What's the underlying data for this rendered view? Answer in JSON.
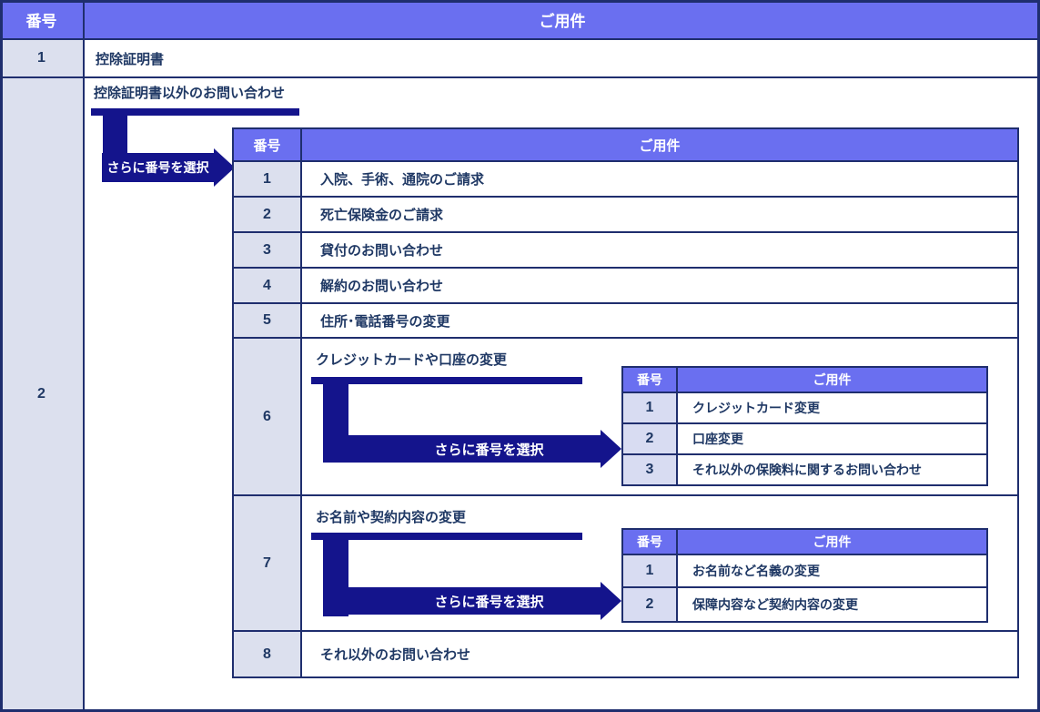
{
  "colors": {
    "header_fill": "#6A6FF0",
    "number_fill": "#DCE0EE",
    "number_fill_nested": "#D8DCF2",
    "border": "#1F2E6E",
    "text_navy": "#1F3864",
    "arrow_navy": "#14148C"
  },
  "labels": {
    "number_header": "番号",
    "subject_header": "ご用件",
    "select_more": "さらに番号を選択"
  },
  "outer": {
    "rows": [
      {
        "number": "1",
        "label": "控除証明書"
      },
      {
        "number": "2",
        "label": "控除証明書以外のお問い合わせ"
      }
    ]
  },
  "level2": {
    "header": {
      "number": "番号",
      "subject": "ご用件"
    },
    "rows": [
      {
        "number": "1",
        "label": "入院、手術、通院のご請求"
      },
      {
        "number": "2",
        "label": "死亡保険金のご請求"
      },
      {
        "number": "3",
        "label": "貸付のお問い合わせ"
      },
      {
        "number": "4",
        "label": "解約のお問い合わせ"
      },
      {
        "number": "5",
        "label": "住所･電話番号の変更"
      },
      {
        "number": "6",
        "label": "クレジットカードや口座の変更"
      },
      {
        "number": "7",
        "label": "お名前や契約内容の変更"
      },
      {
        "number": "8",
        "label": "それ以外のお問い合わせ"
      }
    ]
  },
  "level3_credit": {
    "header": {
      "number": "番号",
      "subject": "ご用件"
    },
    "rows": [
      {
        "number": "1",
        "label": "クレジットカード変更"
      },
      {
        "number": "2",
        "label": "口座変更"
      },
      {
        "number": "3",
        "label": "それ以外の保険料に関するお問い合わせ"
      }
    ]
  },
  "level3_name": {
    "header": {
      "number": "番号",
      "subject": "ご用件"
    },
    "rows": [
      {
        "number": "1",
        "label": "お名前など名義の変更"
      },
      {
        "number": "2",
        "label": "保障内容など契約内容の変更"
      }
    ]
  }
}
